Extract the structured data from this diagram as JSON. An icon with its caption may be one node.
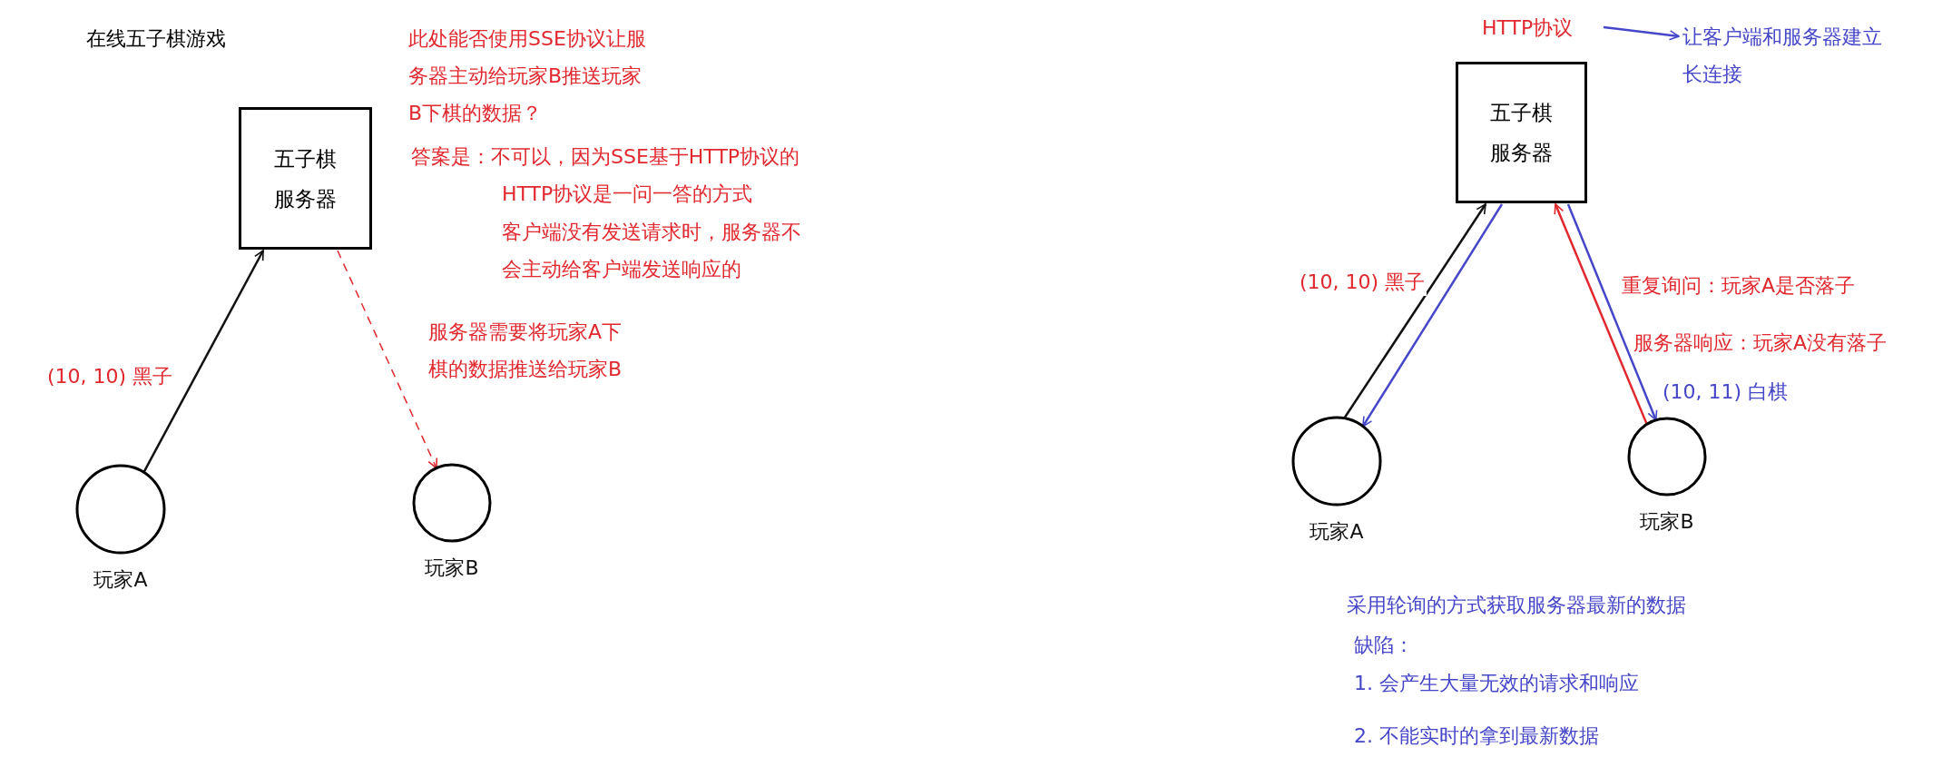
{
  "diagram": {
    "title": "在线五子棋游戏",
    "nodes": [
      {
        "text": [
          "五子棋服务器"
        ]
      },
      {
        "text": [],
        "shape": "circle",
        "beside": [
          "玩家A"
        ]
      },
      {
        "text": [],
        "shape": "circle",
        "beside": [
          "玩家B"
        ]
      },
      {
        "text": [
          "五子棋服务器"
        ]
      },
      {
        "text": [],
        "shape": "circle",
        "beside": [
          "玩家A"
        ]
      },
      {
        "text": [],
        "shape": "circle",
        "beside": [
          "玩家B"
        ]
      },
      {
        "text": [
          "HTTP协议"
        ]
      },
      {
        "text": [
          "让客户端和服务器建立长连接"
        ]
      }
    ],
    "edges": [
      {
        "from": 1,
        "to": 0,
        "arrow": "to",
        "label": "(10, 10) 黑子",
        "color": "#111111"
      },
      {
        "from": 0,
        "to": 2,
        "arrow": "to",
        "label": "服务器需要将玩家A下棋的数据推送给玩家B",
        "style": "dashed",
        "color": "#e0282e"
      },
      {
        "from": 4,
        "to": 3,
        "arrow": "to",
        "label": "(10, 10) 黑子",
        "color": "#111111"
      },
      {
        "from": 3,
        "to": 4,
        "arrow": "to",
        "color": "#4646c8"
      },
      {
        "from": 5,
        "to": 3,
        "arrow": "to",
        "label": "重复询问：玩家A是否落子",
        "color": "#e0282e"
      },
      {
        "from": 3,
        "to": 5,
        "arrow": "to",
        "label": "(10, 11) 白棋",
        "color": "#4646c8"
      },
      {
        "from": 6,
        "to": 7,
        "arrow": "to",
        "color": "#4646c8"
      }
    ],
    "labels": [
      "此处能否使用SSE协议让服务器主动给玩家B推送玩家B下棋的数据？",
      "答案是：不可以，因为SSE基于HTTP协议的",
      "HTTP协议是一问一答的方式",
      "客户端没有发送请求时，服务器不会主动给客户端发送响应的",
      "服务器响应：玩家A没有落子",
      "采用轮询的方式获取服务器最新的数据",
      "缺陷：",
      "1. 会产生大量无效的请求和响应",
      "2. 不能实时的拿到最新数据"
    ]
  }
}
